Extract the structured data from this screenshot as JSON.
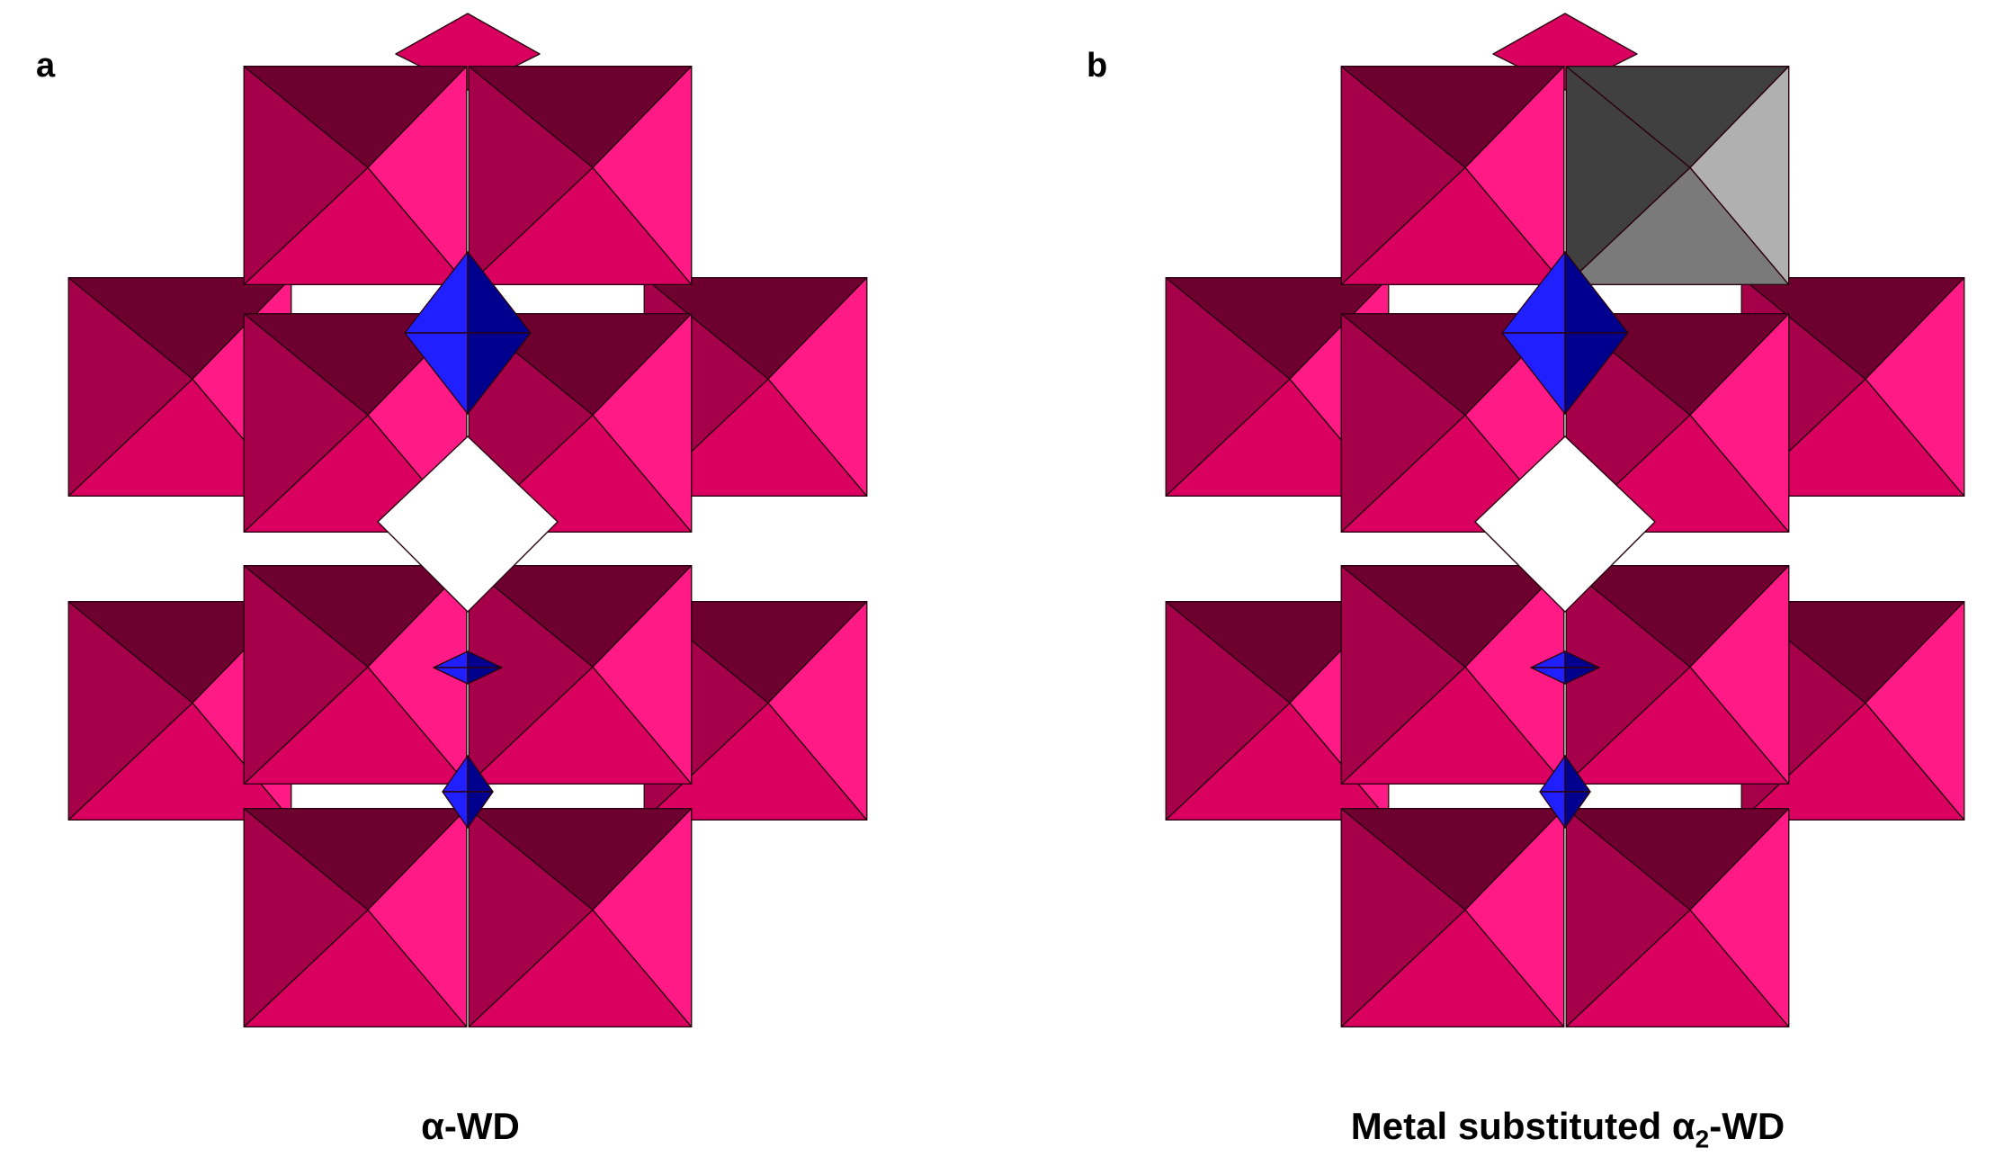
{
  "panels": [
    {
      "letter": "a",
      "caption_main": "α-WD",
      "caption_sub": "",
      "caption_tail": "",
      "substituted": false
    },
    {
      "letter": "b",
      "caption_main": "Metal substituted α",
      "caption_sub": "2",
      "caption_tail": "-WD",
      "substituted": true
    }
  ],
  "colors": {
    "tungsten_light": "#ff1a85",
    "tungsten_mid": "#d9005f",
    "tungsten_dark": "#a6004a",
    "tungsten_darkest": "#6e002f",
    "phosphorus_light": "#1f1fff",
    "phosphorus_dark": "#00008f",
    "metal_light": "#b0b0b0",
    "metal_mid": "#7a7a7a",
    "metal_dark": "#404040"
  }
}
